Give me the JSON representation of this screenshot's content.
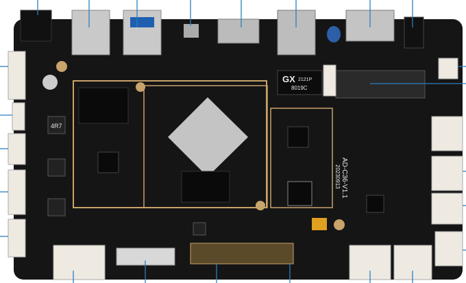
{
  "board": {
    "name": "AD-C36-V1.1",
    "date": "20230913",
    "transformer_brand": "GX",
    "transformer_code1": "2121P",
    "transformer_code2": "8019C",
    "inductor_label": "4R7",
    "colors": {
      "pcb": "#151515",
      "gold": "#c8a36a",
      "connector": "#eeeae2",
      "callout": "#2a7fc1"
    }
  }
}
